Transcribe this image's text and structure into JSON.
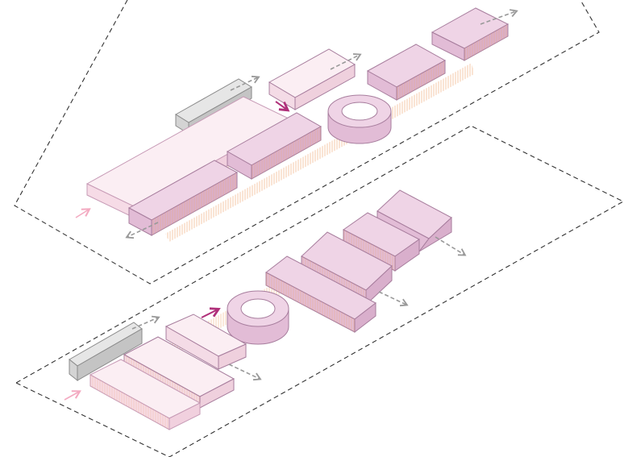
{
  "figure": {
    "kind": "isometric massing diagram",
    "caption_text": ""
  },
  "colors": {
    "background": "#ffffff",
    "boundary": "#333333",
    "volume_fill": "#e6c3dc",
    "volume_stroke": "#a77d9d",
    "long_volume_fill": "#f6dbe6",
    "gray_volume_fill": "#d4d4d4",
    "gray_volume_stroke": "#8a8a8a",
    "hatch": "#f0a878",
    "circulation_arrow": "#999999",
    "entry_arrow": "#f3aac1",
    "main_arrow": "#b0307a"
  },
  "icons": {
    "entry": "pink-entry-arrow-icon",
    "main": "magenta-flow-arrow-icon",
    "extension": "dashed-gray-extension-arrow-icon"
  },
  "scenarios": [
    {
      "id": "upper-site",
      "volumes": [
        {
          "id": "long-bar",
          "shape": "box"
        },
        {
          "id": "gray-slab",
          "shape": "box"
        },
        {
          "id": "front-left-block",
          "shape": "box"
        },
        {
          "id": "middle-block",
          "shape": "box"
        },
        {
          "id": "top-left-block",
          "shape": "box"
        },
        {
          "id": "ring-pavilion",
          "shape": "cylinder-ring"
        },
        {
          "id": "right-block",
          "shape": "box"
        },
        {
          "id": "far-right-block",
          "shape": "box"
        }
      ]
    },
    {
      "id": "lower-site",
      "volumes": [
        {
          "id": "gray-slab",
          "shape": "box"
        },
        {
          "id": "front-block",
          "shape": "box"
        },
        {
          "id": "middle-long-block",
          "shape": "box"
        },
        {
          "id": "back-block",
          "shape": "box"
        },
        {
          "id": "ring-pavilion",
          "shape": "cylinder-ring"
        },
        {
          "id": "stepped-block-1",
          "shape": "box"
        },
        {
          "id": "stepped-block-2",
          "shape": "box"
        },
        {
          "id": "stepped-block-3",
          "shape": "box"
        },
        {
          "id": "stepped-block-4",
          "shape": "box"
        }
      ]
    }
  ]
}
